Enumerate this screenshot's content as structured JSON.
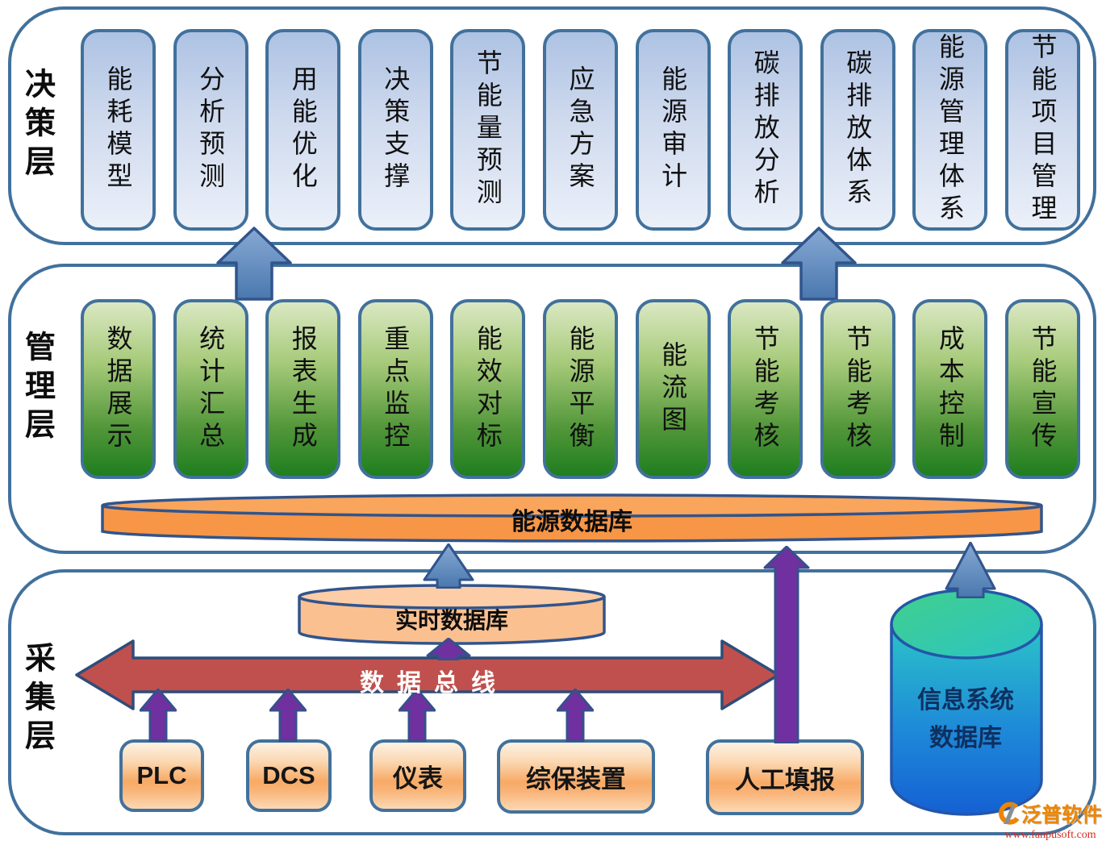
{
  "layers": {
    "decision": {
      "label": "决策层",
      "items": [
        "能耗模型",
        "分析预测",
        "用能优化",
        "决策支撑",
        "节能量预测",
        "应急方案",
        "能源审计",
        "碳排放分析",
        "碳排放体系",
        "能源管理体系",
        "节能项目管理"
      ]
    },
    "management": {
      "label": "管理层",
      "items": [
        "数据展示",
        "统计汇总",
        "报表生成",
        "重点监控",
        "能效对标",
        "能源平衡",
        "能流图",
        "节能考核",
        "节能考核",
        "成本控制",
        "节能宣传"
      ],
      "database_label": "能源数据库"
    },
    "collection": {
      "label": "采集层",
      "realtime_db_label": "实时数据库",
      "bus_label": "数据总线",
      "devices": [
        "PLC",
        "DCS",
        "仪表",
        "综保装置",
        "人工填报"
      ],
      "info_db_label": "信息系统数据库"
    }
  },
  "watermark": {
    "brand": "泛普软件",
    "url": "www.fanpusoft.com"
  },
  "colors": {
    "panel_border": "#41719c",
    "decision_box_top": "#adc2e3",
    "decision_box_bottom": "#ebf0f9",
    "management_box_top": "#dbe8c3",
    "management_box_bottom": "#1e7e1f",
    "energy_db_fill": "#f79646",
    "realtime_db_fill": "#fbc090",
    "bus_fill": "#c0504d",
    "bus_text": "#ffffff",
    "purple_arrow": "#7030a0",
    "blue_arrow": "#4f81bd",
    "info_db_top": "#3ecd92",
    "info_db_bottom": "#1560d4",
    "device_box_mid": "#f8aa66",
    "watermark_brand_color": "#ee8500",
    "watermark_url_color": "#d42b1e"
  }
}
